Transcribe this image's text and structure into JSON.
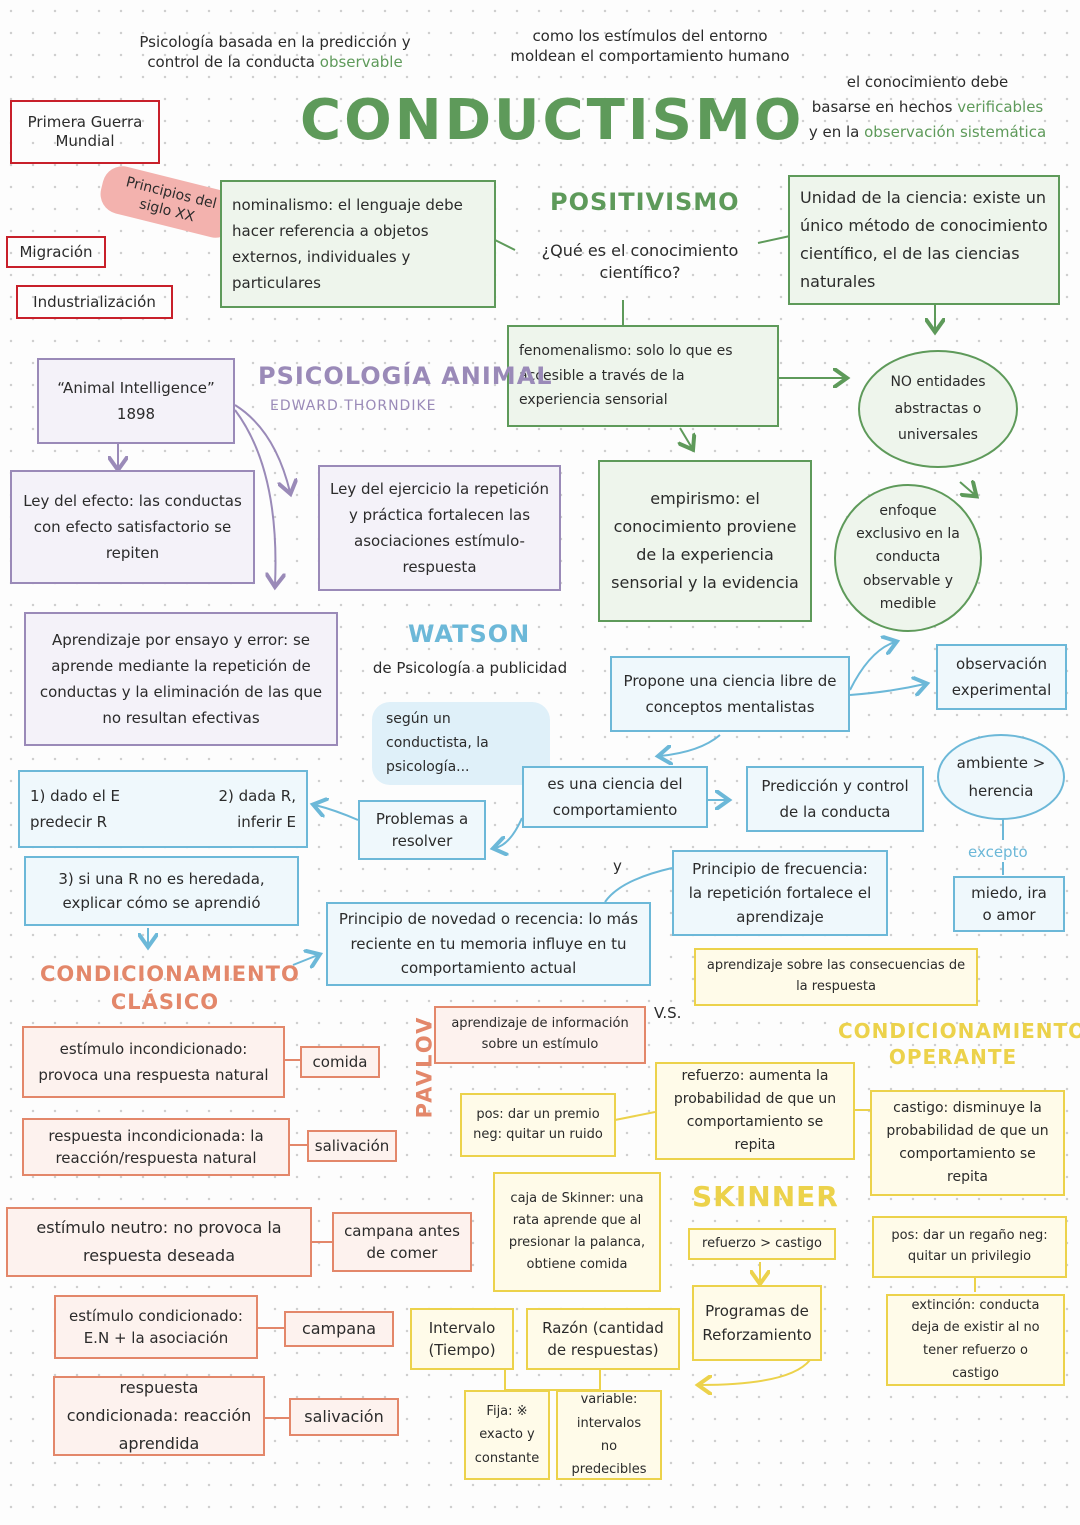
{
  "header": {
    "top_left_line1": "Psicología basada en la predicción y",
    "top_left_line2_pre": "control de la conducta ",
    "top_left_line2_accent": "observable",
    "top_center_line1": "como los estímulos del entorno",
    "top_center_line2": "moldean el comportamiento humano",
    "title": "CONDUCTISMO",
    "right_line1": "el conocimiento debe",
    "right_line2_pre": "basarse en hechos ",
    "right_line2_accent": "verificables",
    "right_line3_pre": "y en la ",
    "right_line3_accent": "observación sistemática"
  },
  "context": {
    "primera_guerra": "Primera Guerra Mundial",
    "principios": "Principios del siglo XX",
    "migracion": "Migración",
    "industrializacion": "Industrialización"
  },
  "positivismo": {
    "title": "POSITIVISMO",
    "question": "¿Qué es el conocimiento científico?",
    "nominalismo": "nominalismo: el lenguaje debe hacer referencia a objetos externos, individuales y particulares",
    "unidad": "Unidad de la ciencia: existe un único método de conocimiento científico, el de las ciencias naturales",
    "fenomenalismo": "fenomenalismo: solo lo que es accesible a través de la experiencia sensorial",
    "no_entidades": "NO entidades abstractas o universales",
    "empirismo": "empirismo: el conocimiento proviene de la experiencia sensorial y la evidencia",
    "enfoque": "enfoque exclusivo en la conducta observable y medible"
  },
  "animal": {
    "title": "PSICOLOGÍA ANIMAL",
    "author": "EDWARD THORNDIKE",
    "book": "“Animal Intelligence” 1898",
    "ley_efecto": "Ley del efecto: las conductas con efecto satisfactorio se repiten",
    "ley_ejercicio": "Ley del ejercicio la repetición y práctica fortalecen las asociaciones estímulo-respuesta",
    "ensayo_error": "Aprendizaje por ensayo y error: se aprende mediante la repetición de conductas y la eliminación de las que no resultan efectivas"
  },
  "watson": {
    "title": "WATSON",
    "subtitle": "de Psicología a publicidad",
    "segun": "según un conductista, la psicología...",
    "propone": "Propone una ciencia libre de conceptos mentalistas",
    "observacion": "observación experimental",
    "ciencia": "es una ciencia del comportamiento",
    "prediccion": "Predicción y control de la conducta",
    "ambiente": "ambiente > herencia",
    "excepto": "excepto",
    "miedo": "miedo, ira o amor",
    "problemas": "Problemas a resolver",
    "p1": "1) dado el E predecir R",
    "p2": "2) dada R, inferir E",
    "p3": "3) si una R no es heredada, explicar cómo se aprendió",
    "frecuencia": "Principio de frecuencia: la repetición fortalece el aprendizaje",
    "y": "y",
    "novedad": "Principio de novedad o recencia: lo más reciente en tu memoria influye en tu comportamiento actual"
  },
  "clasico": {
    "title": "CONDICIONAMIENTO CLÁSICO",
    "pavlov": "PAVLOV",
    "aprendizaje_info": "aprendizaje de información sobre un estímulo",
    "vs": "V.S.",
    "ei": "estímulo incondicionado: provoca una respuesta natural",
    "ei_ex": "comida",
    "ri": "respuesta incondicionada: la reacción/respuesta natural",
    "ri_ex": "salivación",
    "en": "estímulo neutro: no provoca la respuesta deseada",
    "en_ex": "campana antes de comer",
    "ec": "estímulo condicionado: E.N + la asociación",
    "ec_ex": "campana",
    "rc": "respuesta condicionada: reacción aprendida",
    "rc_ex": "salivación"
  },
  "operante": {
    "title": "CONDICIONAMIENTO OPERANTE",
    "skinner": "SKINNER",
    "consecuencias": "aprendizaje sobre las consecuencias de la respuesta",
    "refuerzo": "refuerzo: aumenta la probabilidad de que un comportamiento se repita",
    "refuerzo_ej": "pos: dar un premio neg: quitar un ruido",
    "castigo": "castigo: disminuye la probabilidad de que un comportamiento se repita",
    "castigo_ej": "pos: dar un regaño neg: quitar un privilegio",
    "caja": "caja de Skinner: una rata aprende que al presionar la palanca, obtiene comida",
    "refuerzo_castigo": "refuerzo > castigo",
    "programas": "Programas de Reforzamiento",
    "intervalo": "Intervalo (Tiempo)",
    "razon": "Razón (cantidad de respuestas)",
    "fija": "Fija: ※ exacto y constante",
    "variable": "variable: intervalos no predecibles",
    "extincion": "extinción: conducta deja de existir al no tener refuerzo o castigo"
  },
  "colors": {
    "green": "#5e9a5a",
    "red": "#c8202a",
    "purple": "#9a8ab8",
    "blue": "#6cb8d8",
    "orange": "#e3876a",
    "yellow": "#ecd24b"
  }
}
